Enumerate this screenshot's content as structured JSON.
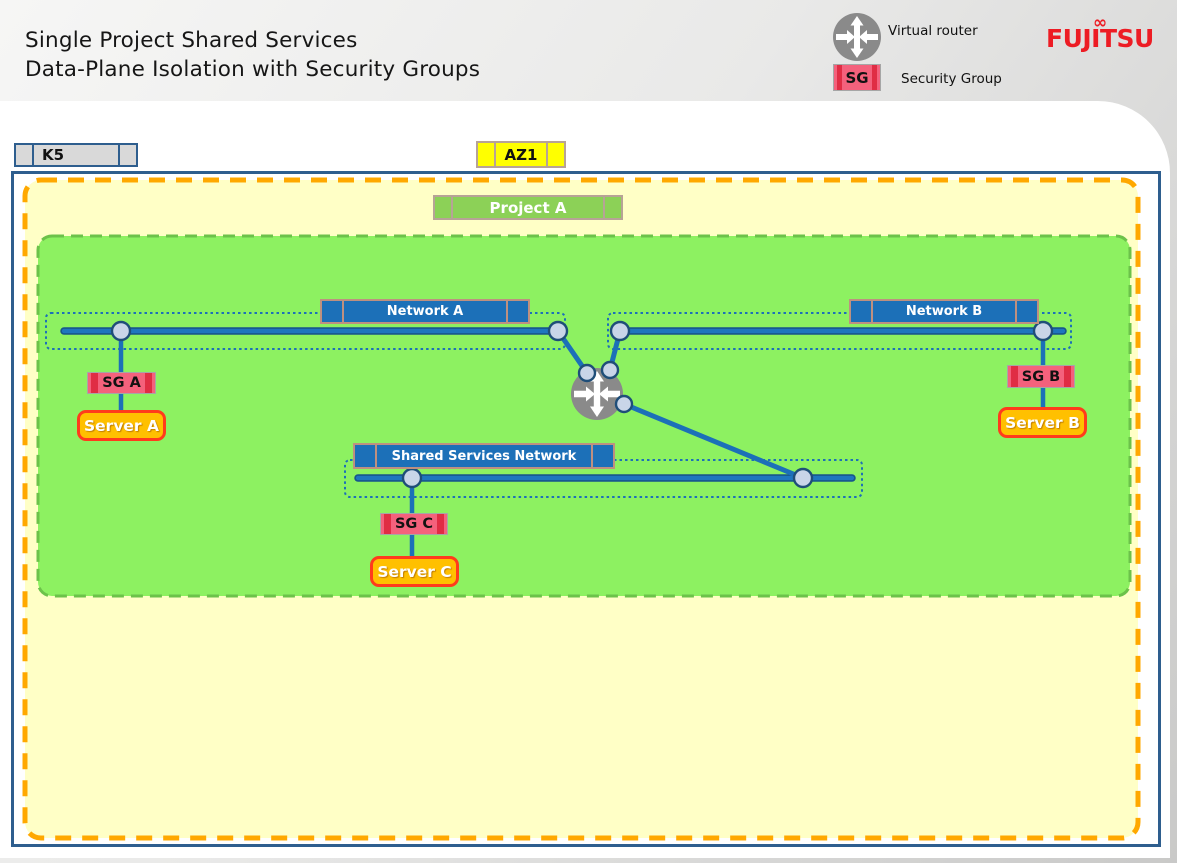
{
  "header": {
    "title_line1": "Single Project Shared Services",
    "title_line2": "Data-Plane Isolation with Security Groups",
    "brand": "FUJITSU",
    "brand_mark": "∞",
    "legend": {
      "virtual_router_label": "Virtual router",
      "sg_badge": "SG",
      "sg_label": "Security Group"
    }
  },
  "diagram": {
    "platform_badge": "K5",
    "az_badge": "AZ1",
    "project_badge": "Project A",
    "networks": [
      {
        "id": "network-a",
        "label": "Network A"
      },
      {
        "id": "network-b",
        "label": "Network B"
      },
      {
        "id": "shared-services-network",
        "label": "Shared Services Network"
      }
    ],
    "security_groups": [
      {
        "id": "sg-a",
        "label": "SG A"
      },
      {
        "id": "sg-b",
        "label": "SG B"
      },
      {
        "id": "sg-c",
        "label": "SG C"
      }
    ],
    "servers": [
      {
        "id": "server-a",
        "label": "Server A"
      },
      {
        "id": "server-b",
        "label": "Server B"
      },
      {
        "id": "server-c",
        "label": "Server C"
      }
    ],
    "colors": {
      "fujitsu_red": "#ED1C24",
      "network_blue": "#1C70B8",
      "container_border_blue": "#2E5E8E",
      "zone_fill": "#FFFFC6",
      "zone_dash_orange": "#FFA800",
      "project_fill": "#8DF161",
      "project_dash_green": "#6CC24A",
      "sg_fill": "#F4617C",
      "sg_bar": "#E02D44",
      "server_fill": "#FFC000",
      "server_border": "#FF3B1C",
      "router_gray": "#8A8A8A"
    }
  }
}
